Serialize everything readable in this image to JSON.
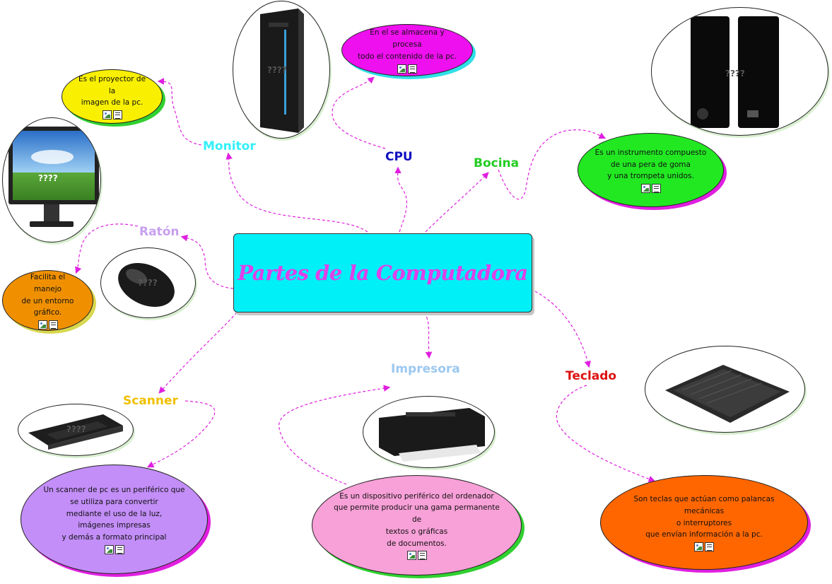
{
  "central": {
    "title": "Partes de la Computadora"
  },
  "labels": {
    "monitor": "Monitor",
    "cpu": "CPU",
    "bocina": "Bocina",
    "raton": "Ratón",
    "scanner": "Scanner",
    "impresora": "Impresora",
    "teclado": "Teclado"
  },
  "colors": {
    "monitor": "#33f0f8",
    "cpu": "#1010c0",
    "bocina": "#22cc22",
    "raton": "#c8a0f0",
    "scanner": "#f0c000",
    "impresora": "#9cc8f0",
    "teclado": "#dd1111",
    "connector": "#e020e0"
  },
  "bubbles": {
    "monitor": "Es el proyector de la\nimagen de la pc.",
    "cpu": "En el se almacena y procesa\ntodo el contenido de la pc.",
    "bocina": "Es un instrumento compuesto\nde una pera de goma\ny una trompeta unidos.",
    "raton": "Facilita el manejo\nde un entorno\ngráfico.",
    "scanner": "Un scanner de pc es un periférico que\nse utiliza para convertir\nmediante el uso de la luz,\nimágenes impresas\ny demás a formato principal",
    "impresora": "Es un dispositivo periférico del ordenador\nque permite producir una gama permanente de\ntextos o gráficas\nde documentos.",
    "teclado": "Son teclas que actúan como palancas mecánicas\no interruptores\nque envían información a la pc."
  },
  "image_placeholder": "????",
  "icons": [
    "image-icon",
    "note-icon"
  ]
}
